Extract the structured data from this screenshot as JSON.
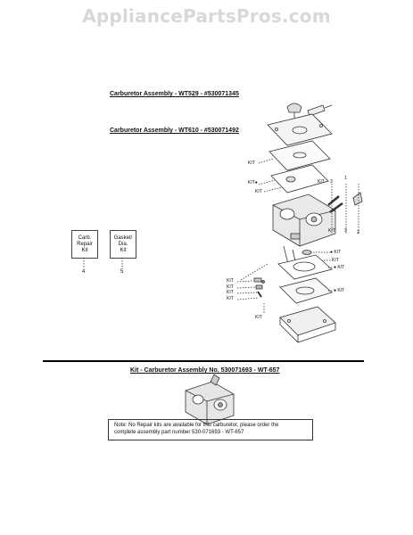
{
  "watermark": "AppliancePartsPros.com",
  "titles": {
    "assembly_1": "Carburetor Assembly - WT529 - #530071345",
    "assembly_2": "Carburetor Assembly - WT610 - #530071492",
    "kit_section": "Kit - Carburetor Assembly No. 530071693 - WT-657"
  },
  "boxes": [
    {
      "lines": [
        "Carb.",
        "Repair",
        "Kit"
      ],
      "number": "4"
    },
    {
      "lines": [
        "Gasket/",
        "Dia.",
        "Kit"
      ],
      "number": "5"
    }
  ],
  "callouts": {
    "kit": "KIT",
    "kit_dot": "KIT●",
    "dot_kit": "● KIT",
    "n1": "1",
    "n2": "2",
    "n3": "3"
  },
  "note": {
    "line1": "Note: No Repair kits are available for this carburetor, please order the",
    "line2": "complete assembly part number 530-071693 - WT-657"
  }
}
